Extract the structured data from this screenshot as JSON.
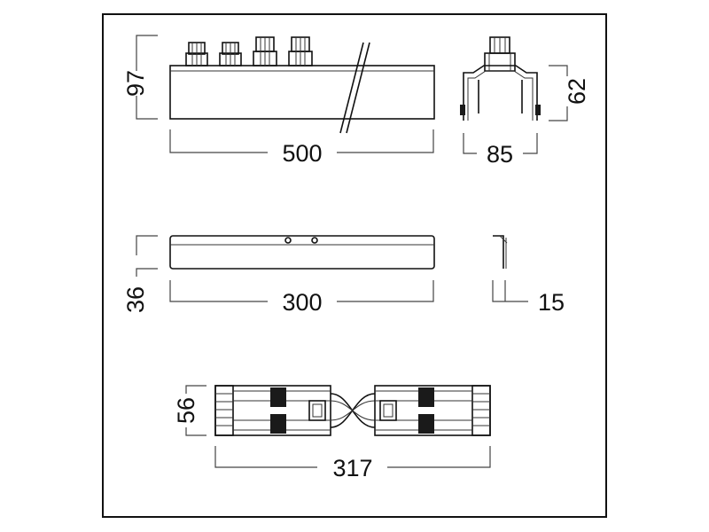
{
  "view_top": {
    "height_label": "97",
    "length_label": "500"
  },
  "view_end": {
    "height_label": "62",
    "width_label": "85"
  },
  "view_middle": {
    "height_label": "36",
    "length_label": "300"
  },
  "view_profile": {
    "depth_label": "15"
  },
  "view_bottom": {
    "height_label": "56",
    "length_label": "317"
  },
  "colors": {
    "line": "#111111",
    "background": "#ffffff"
  }
}
